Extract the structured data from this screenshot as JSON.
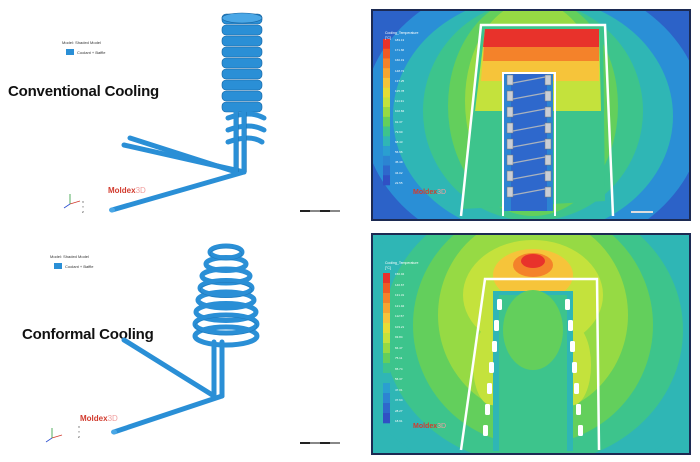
{
  "conventional": {
    "label": "Conventional Cooling",
    "model_title": "Model: Shaded Model",
    "legend_item": "Coolant + Baffle",
    "axis_letters": [
      "X",
      "Y",
      "Z"
    ]
  },
  "conformal": {
    "label": "Conformal Cooling",
    "model_title": "Model: Shaded Model",
    "legend_item": "Coolant + Baffle",
    "axis_letters": [
      "X",
      "Y",
      "Z"
    ]
  },
  "brand": {
    "name": "Moldex",
    "suffix": "3D"
  },
  "result_top": {
    "title": "Cooling_Temperature",
    "unit": "[°C]",
    "ticks": [
      "183.13",
      "171.66",
      "160.19",
      "148.72",
      "137.25",
      "125.78",
      "114.31",
      "102.84",
      "91.37",
      "79.90",
      "68.43",
      "56.96",
      "45.49",
      "34.02",
      "22.55"
    ]
  },
  "result_bottom": {
    "title": "Cooling_Temperature",
    "unit": "[°C]",
    "ticks": [
      "150.04",
      "140.67",
      "131.31",
      "121.94",
      "112.57",
      "103.21",
      "93.84",
      "84.47",
      "75.11",
      "65.74",
      "56.37",
      "47.01",
      "37.64",
      "28.27",
      "18.91"
    ]
  },
  "colors": {
    "coolant": "#2a8fd6",
    "coolant_dark": "#16639f",
    "panel_border": "#1c2a52",
    "brand_red": "#d23b2e"
  },
  "colorbar": [
    "#e8322b",
    "#ef5a25",
    "#f4822a",
    "#f7a531",
    "#f6c43a",
    "#e6dd35",
    "#c4e23c",
    "#96da44",
    "#63cf5c",
    "#3dc48c",
    "#2fb6b5",
    "#2a9fd0",
    "#2c84d2",
    "#2e68cc",
    "#3050c4"
  ]
}
